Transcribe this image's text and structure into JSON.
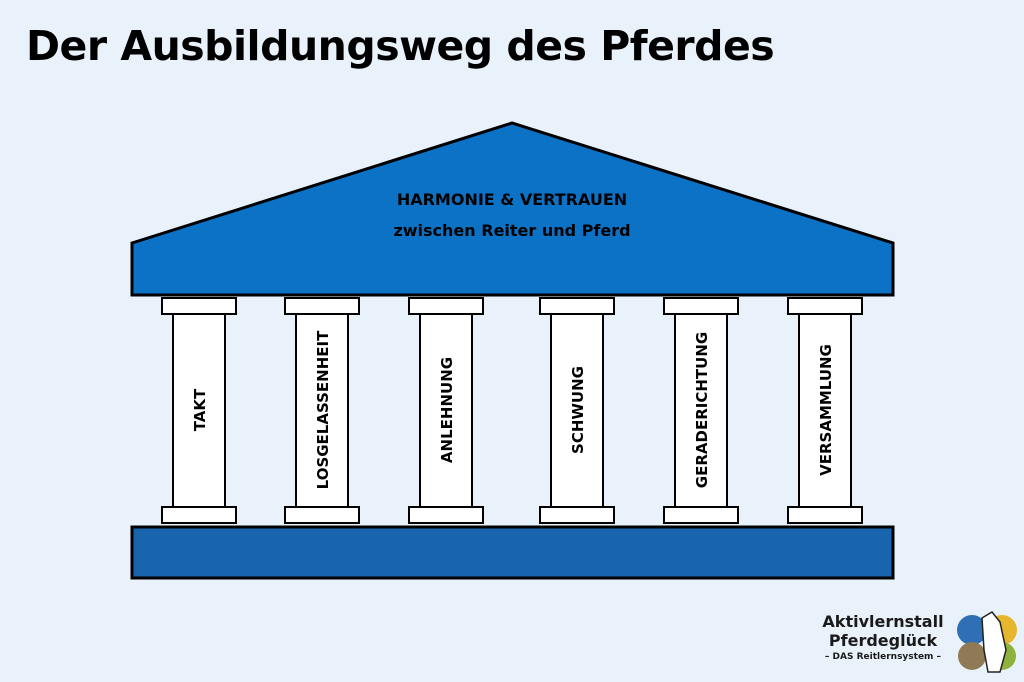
{
  "title": "Der Ausbildungsweg des Pferdes",
  "roof": {
    "line1": "HARMONIE & VERTRAUEN",
    "line2": "zwischen Reiter und Pferd"
  },
  "pillars": [
    "TAKT",
    "LOSGELASSENHEIT",
    "ANLEHNUNG",
    "SCHWUNG",
    "GERADERICHTUNG",
    "VERSAMMLUNG"
  ],
  "logo": {
    "line1": "Aktivlernstall",
    "line2": "Pferdeglück",
    "line3": "– DAS Reitlernsystem –"
  },
  "colors": {
    "roof": "#0c72c6",
    "base": "#1965ad",
    "background": "#e9f2fb"
  }
}
